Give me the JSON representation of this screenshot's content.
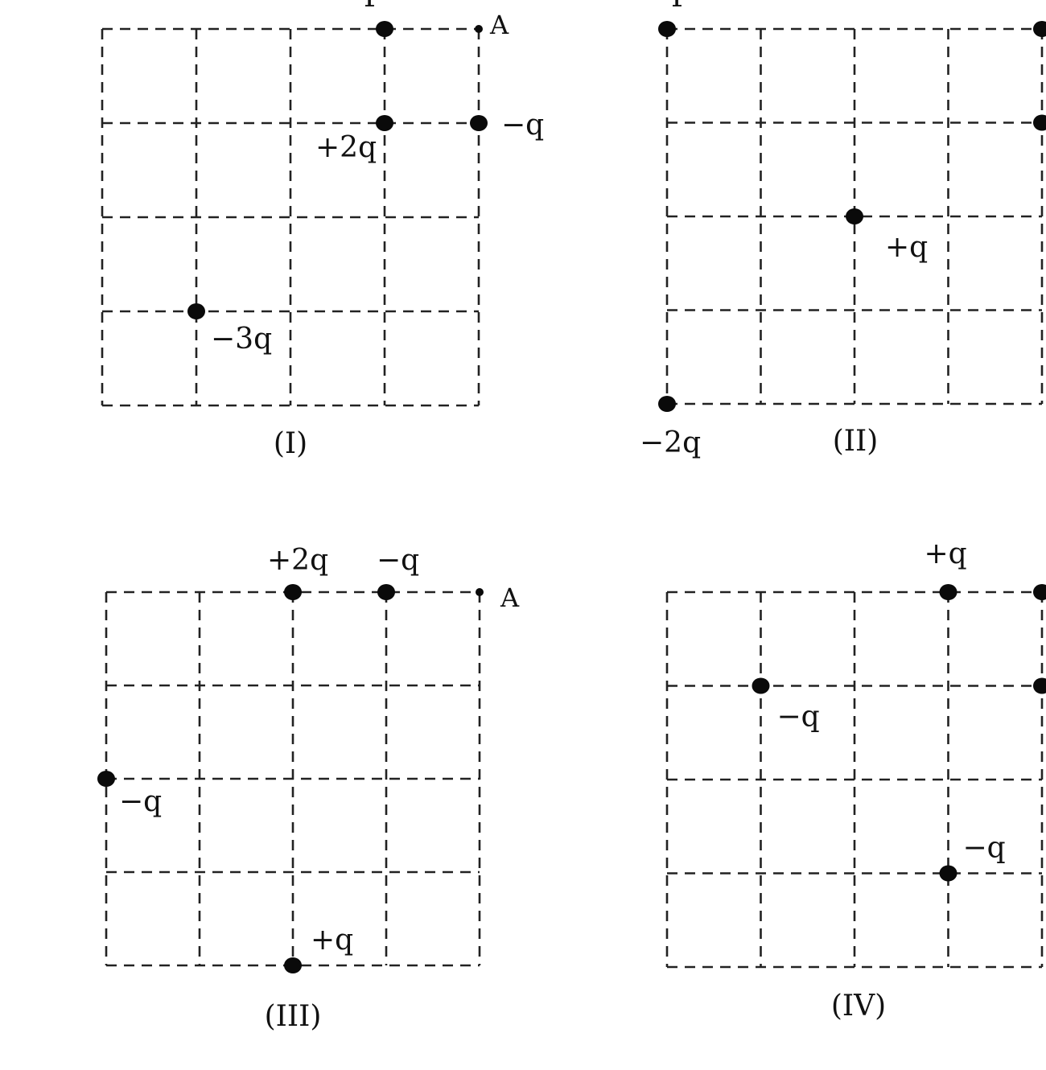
{
  "colors": {
    "ink": "#111111",
    "background": "#ffffff"
  },
  "panels": [
    {
      "id": "I",
      "caption": "(I)",
      "point_label": "A",
      "top_cut_label": "P",
      "charges": [
        {
          "label": "",
          "col": 3,
          "row": 0
        },
        {
          "label": "+2q",
          "col": 3,
          "row": 1
        },
        {
          "label": "−q",
          "col": 4,
          "row": 1
        },
        {
          "label": "−3q",
          "col": 1,
          "row": 3
        }
      ]
    },
    {
      "id": "II",
      "caption": "(II)",
      "point_label": "",
      "top_cut_label": "P",
      "charges": [
        {
          "label": "",
          "col": 0,
          "row": 0
        },
        {
          "label": "",
          "col": 4,
          "row": 0
        },
        {
          "label": "",
          "col": 4,
          "row": 1
        },
        {
          "label": "+q",
          "col": 2,
          "row": 2
        },
        {
          "label": "−2q",
          "col": 0,
          "row": 4
        }
      ]
    },
    {
      "id": "III",
      "caption": "(III)",
      "point_label": "A",
      "top_cut_label": "",
      "charges": [
        {
          "label": "+2q",
          "col": 2,
          "row": 0
        },
        {
          "label": "−q",
          "col": 3,
          "row": 0
        },
        {
          "label": "−q",
          "col": 0,
          "row": 2
        },
        {
          "label": "+q",
          "col": 2,
          "row": 4
        }
      ]
    },
    {
      "id": "IV",
      "caption": "(IV)",
      "point_label": "",
      "top_cut_label": "",
      "charges": [
        {
          "label": "+q",
          "col": 3,
          "row": 0
        },
        {
          "label": "",
          "col": 4,
          "row": 0
        },
        {
          "label": "−q",
          "col": 1,
          "row": 1
        },
        {
          "label": "",
          "col": 4,
          "row": 1
        },
        {
          "label": "−q",
          "col": 3,
          "row": 3
        }
      ]
    }
  ]
}
